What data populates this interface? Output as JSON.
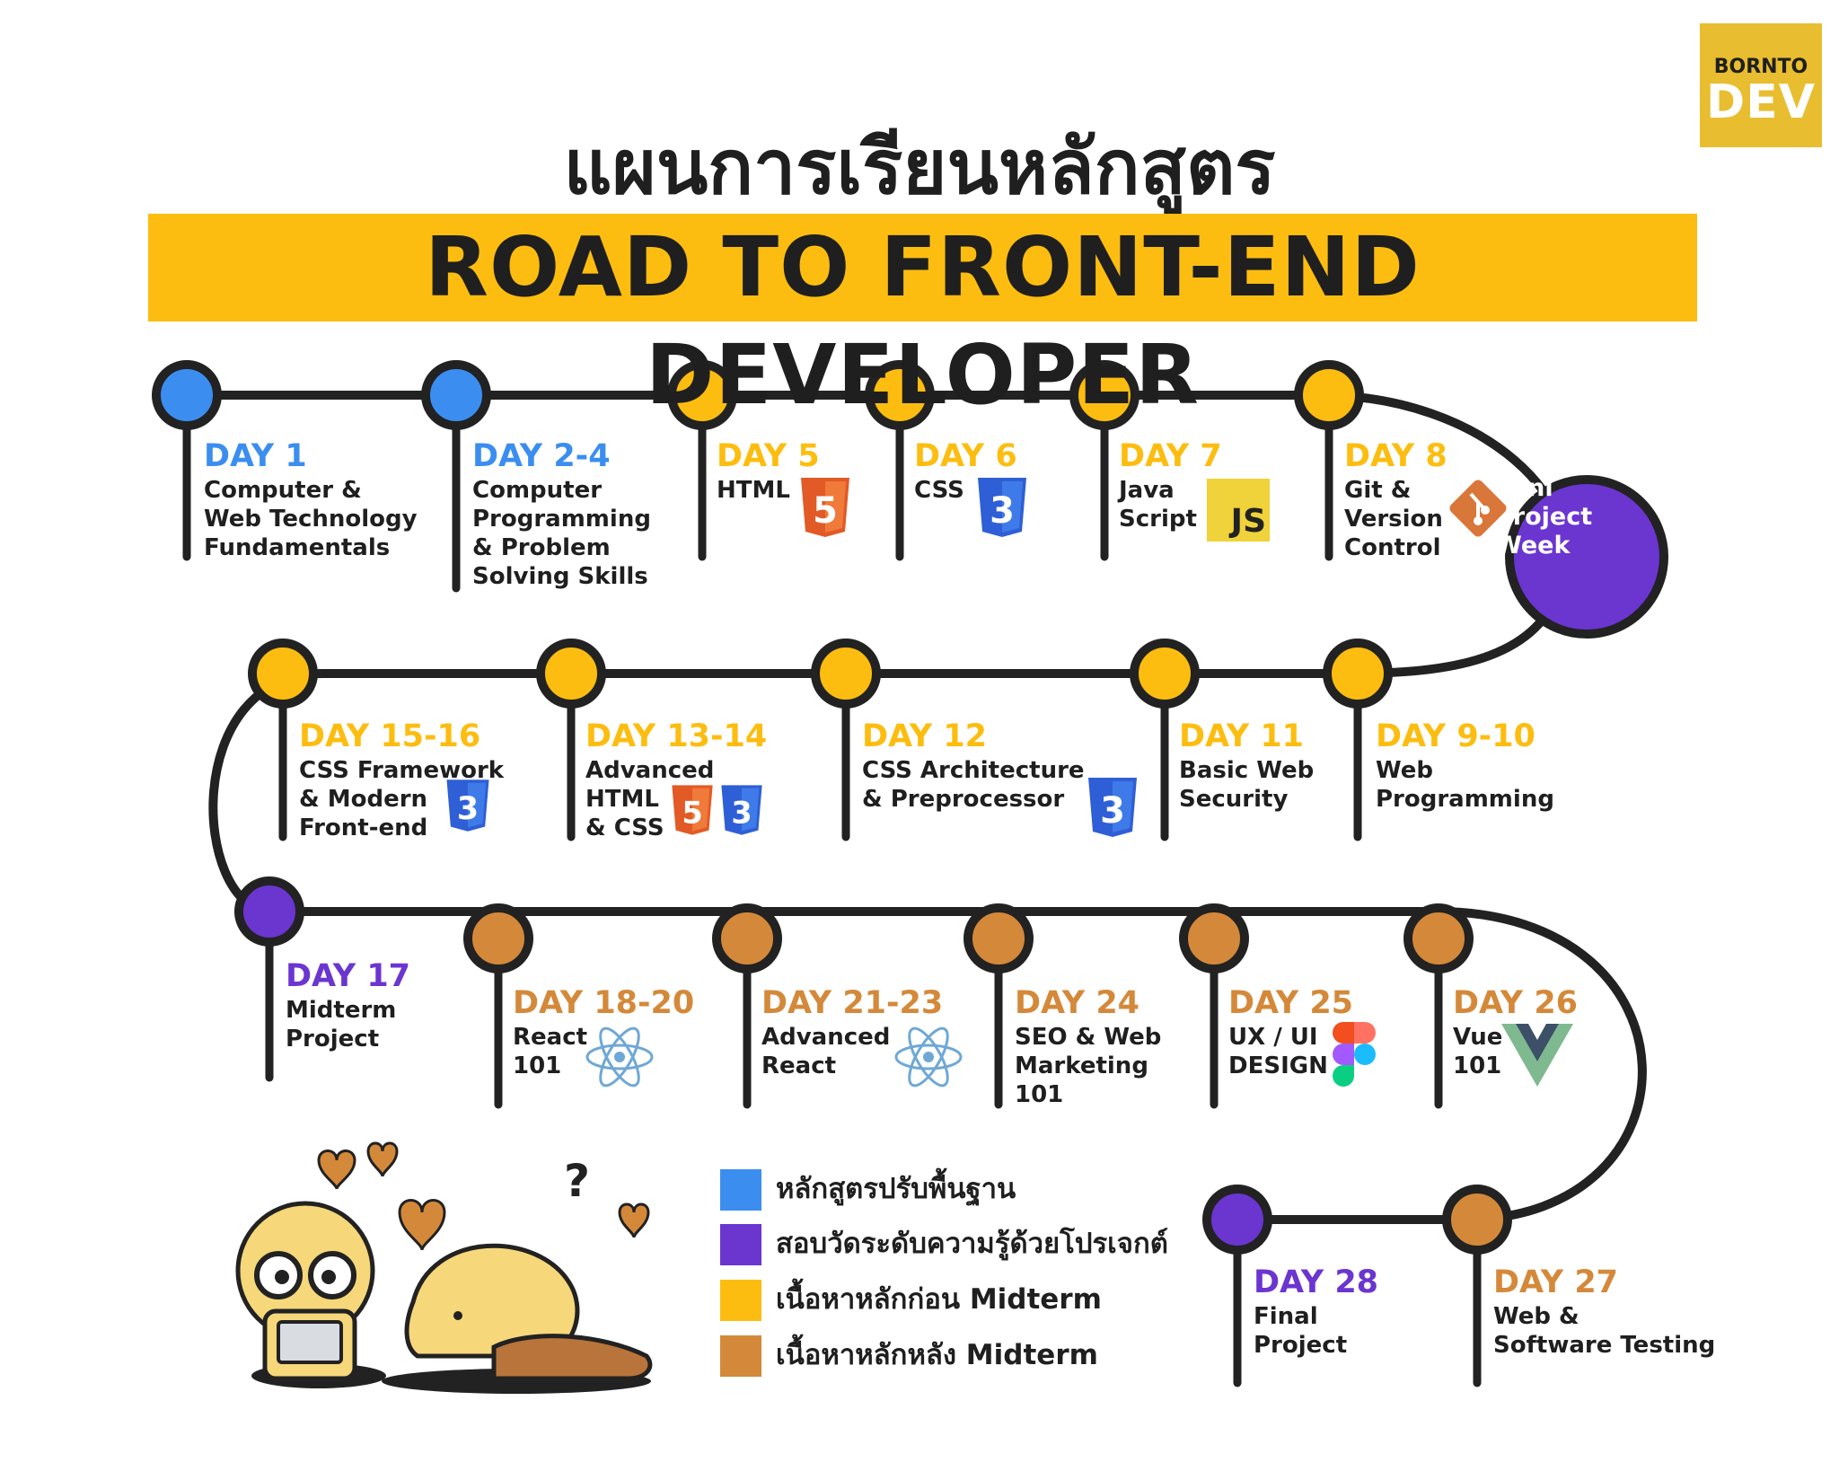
{
  "logo": {
    "line1": "BORNTO",
    "line2": "DEV"
  },
  "title_thai": "แผนการเรียนหลักสูตร",
  "banner_title": "ROAD TO FRONT-END DEVELOPER",
  "colors": {
    "foundation": "#3b8ef0",
    "assessment": "#6b35d0",
    "before_midterm": "#fdbd10",
    "after_midterm": "#d4893a",
    "track": "#222222",
    "banner": "#fdbd10",
    "logo_bg": "#e8bd2f"
  },
  "milestones": [
    {
      "day": "DAY 1",
      "text": "Computer &\nWeb Technology\nFundamentals",
      "category": "foundation"
    },
    {
      "day": "DAY 2-4",
      "text": "Computer\nProgramming\n& Problem\nSolving Skills",
      "category": "foundation"
    },
    {
      "day": "DAY 5",
      "text": "HTML",
      "category": "before_midterm",
      "icon": "html5-icon"
    },
    {
      "day": "DAY 6",
      "text": "CSS",
      "category": "before_midterm",
      "icon": "css3-icon"
    },
    {
      "day": "DAY 7",
      "text": "Java\nScript",
      "category": "before_midterm",
      "icon": "js-icon"
    },
    {
      "day": "DAY 8",
      "text": "Git &\nVersion\nControl",
      "category": "before_midterm",
      "icon": "git-icon"
    },
    {
      "day": "DAY 9-10",
      "text": "Web\nProgramming",
      "category": "before_midterm"
    },
    {
      "day": "DAY 11",
      "text": "Basic Web\nSecurity",
      "category": "before_midterm"
    },
    {
      "day": "DAY 12",
      "text": "CSS Architecture\n& Preprocessor",
      "category": "before_midterm",
      "icon": "css3-icon"
    },
    {
      "day": "DAY 13-14",
      "text": "Advanced\nHTML\n& CSS",
      "category": "before_midterm",
      "icon": "html5-css3-icon"
    },
    {
      "day": "DAY 15-16",
      "text": "CSS Framework\n& Modern\nFront-end",
      "category": "before_midterm",
      "icon": "css3-icon"
    },
    {
      "day": "DAY 17",
      "text": "Midterm\nProject",
      "category": "assessment"
    },
    {
      "day": "DAY 18-20",
      "text": "React\n101",
      "category": "after_midterm",
      "icon": "react-icon"
    },
    {
      "day": "DAY 21-23",
      "text": "Advanced\nReact",
      "category": "after_midterm",
      "icon": "react-icon"
    },
    {
      "day": "DAY 24",
      "text": "SEO & Web\nMarketing\n101",
      "category": "after_midterm"
    },
    {
      "day": "DAY 25",
      "text": "UX / UI\nDESIGN",
      "category": "after_midterm",
      "icon": "figma-icon"
    },
    {
      "day": "DAY 26",
      "text": "Vue\n101",
      "category": "after_midterm",
      "icon": "vue-icon"
    },
    {
      "day": "DAY 27",
      "text": "Web &\nSoftware Testing",
      "category": "after_midterm"
    },
    {
      "day": "DAY 28",
      "text": "Final\nProject",
      "category": "assessment"
    }
  ],
  "mini_project": {
    "text": "Mini\nProject\nWeek",
    "category": "assessment"
  },
  "legend": [
    {
      "label": "หลักสูตรปรับพื้นฐาน",
      "category": "foundation"
    },
    {
      "label": "สอบวัดระดับความรู้ด้วยโปรเจกต์",
      "category": "assessment"
    },
    {
      "label": "เนื้อหาหลักก่อน Midterm",
      "category": "before_midterm"
    },
    {
      "label": "เนื้อหาหลักหลัง Midterm",
      "category": "after_midterm"
    }
  ],
  "icon_text": {
    "js": "JS",
    "html5": "5",
    "css3": "3"
  }
}
